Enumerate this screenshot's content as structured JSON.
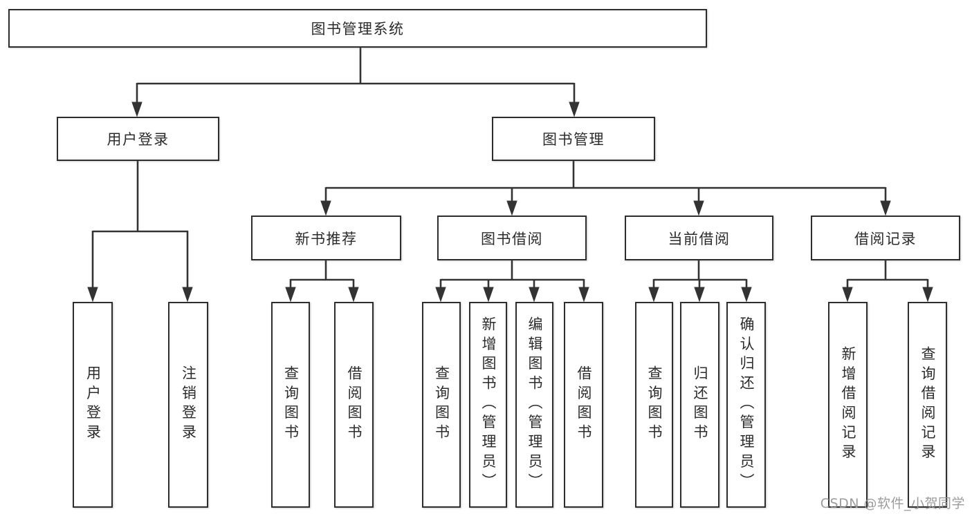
{
  "tree": {
    "root": {
      "label": "图书管理系统"
    },
    "children": [
      {
        "label": "用户登录",
        "children": [
          {
            "label": "用户登录"
          },
          {
            "label": "注销登录"
          }
        ]
      },
      {
        "label": "图书管理",
        "children": [
          {
            "label": "新书推荐",
            "children": [
              {
                "label": "查询图书"
              },
              {
                "label": "借阅图书"
              }
            ]
          },
          {
            "label": "图书借阅",
            "children": [
              {
                "label": "查询图书"
              },
              {
                "label": "新增图书（管理员）"
              },
              {
                "label": "编辑图书（管理员）"
              },
              {
                "label": "借阅图书"
              }
            ]
          },
          {
            "label": "当前借阅",
            "children": [
              {
                "label": "查询图书"
              },
              {
                "label": "归还图书"
              },
              {
                "label": "确认归还（管理员）"
              }
            ]
          },
          {
            "label": "借阅记录",
            "children": [
              {
                "label": "新增借阅记录"
              },
              {
                "label": "查询借阅记录"
              }
            ]
          }
        ]
      }
    ]
  },
  "colors": {
    "line": "#333333",
    "box_border": "#2d2d2d",
    "box_fill": "#ffffff",
    "text": "#2b2b2b",
    "watermark": "#949494"
  },
  "watermark": "CSDN @软件_小贺同学"
}
